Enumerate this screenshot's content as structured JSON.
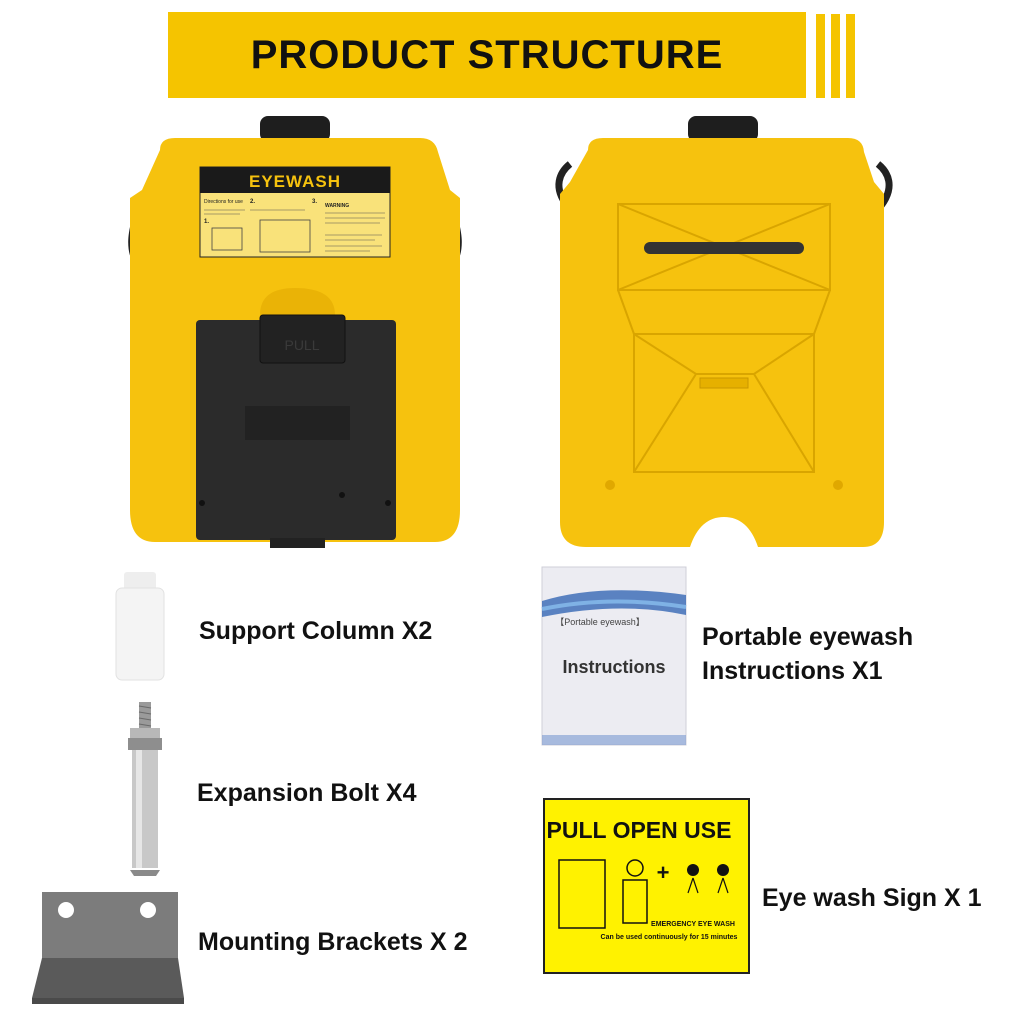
{
  "banner": {
    "title": "PRODUCT STRUCTURE"
  },
  "front_tank": {
    "label_title": "EYEWASH",
    "label_lines": [
      "Directions for use",
      "WARNING",
      "1.",
      "2.",
      "3."
    ],
    "door_text": "PULL"
  },
  "parts": [
    {
      "label": "Support Column X2"
    },
    {
      "label": "Expansion Bolt X4"
    },
    {
      "label": "Mounting Brackets X 2"
    },
    {
      "label": "Portable eyewash",
      "label2": "Instructions X1"
    },
    {
      "label": "Eye wash Sign X 1"
    }
  ],
  "manual": {
    "subtitle": "【Portable eyewash】",
    "title": "Instructions"
  },
  "sign": {
    "heading": "PULL OPEN  USE",
    "caption1": "EMERGENCY EYE WASH",
    "caption2": "Can be used continuously for 15 minutes"
  },
  "colors": {
    "brand_yellow": "#f5c400",
    "tank_yellow": "#f6c20e",
    "dark": "#2b2b2b"
  }
}
